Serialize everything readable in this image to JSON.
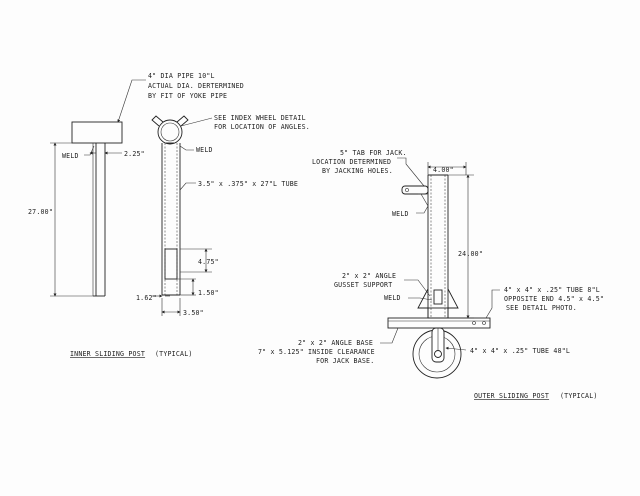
{
  "inner_post": {
    "pipe_note": [
      "4\" DIA PIPE 10\"L",
      "ACTUAL DIA. DERTERMINED",
      "BY FIT OF YOKE PIPE"
    ],
    "index_note": [
      "SEE INDEX WHEEL DETAIL",
      "FOR LOCATION OF ANGLES."
    ],
    "weld_left": "WELD",
    "weld_right": "WELD",
    "dim_225": "2.25\"",
    "dim_2700": "27.00\"",
    "tube_note": "3.5\" x .375\" x 27\"L TUBE",
    "dim_475": "4.75\"",
    "dim_150": "1.50\"",
    "dim_162": "1.62\"",
    "dim_350": "3.50\"",
    "title": "INNER SLIDING POST",
    "title_suffix": "(TYPICAL)"
  },
  "outer_post": {
    "tab_note": [
      "5\" TAB FOR JACK.",
      "LOCATION DETERMINED",
      "BY JACKING HOLES."
    ],
    "dim_400": "4.00\"",
    "weld_tab": "WELD",
    "dim_2400": "24.00\"",
    "gusset_note": [
      "2\" x 2\" ANGLE",
      "GUSSET SUPPORT"
    ],
    "weld_gusset": "WELD",
    "tube8_note": [
      "4\" x 4\" x .25\" TUBE 8\"L",
      "OPPOSITE END 4.5\" x 4.5\"",
      "SEE DETAIL PHOTO."
    ],
    "base_note": [
      "2\" x 2\" ANGLE BASE",
      "7\" x 5.125\" INSIDE CLEARANCE",
      "FOR JACK BASE."
    ],
    "tube48_note": "4\" x 4\" x .25\" TUBE 48\"L",
    "title": "OUTER SLIDING POST",
    "title_suffix": "(TYPICAL)"
  }
}
